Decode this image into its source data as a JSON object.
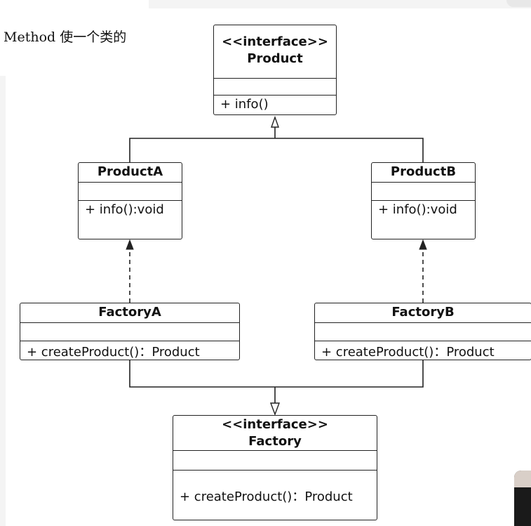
{
  "caption": "Method 使一个类的",
  "classes": {
    "product": {
      "stereotype": "<<interface>>",
      "name": "Product",
      "ops": [
        "+ info()"
      ]
    },
    "productA": {
      "name": "ProductA",
      "ops": [
        "+ info():void"
      ]
    },
    "productB": {
      "name": "ProductB",
      "ops": [
        "+ info():void"
      ]
    },
    "factoryA": {
      "name": "FactoryA",
      "ops": [
        "+ createProduct()：Product"
      ]
    },
    "factoryB": {
      "name": "FactoryB",
      "ops": [
        "+ createProduct()：Product"
      ]
    },
    "factory": {
      "stereotype": "<<interface>>",
      "name": "Factory",
      "ops": [
        "+ createProduct()：Product"
      ]
    }
  },
  "relations": [
    {
      "from": "ProductA",
      "to": "Product",
      "type": "realization"
    },
    {
      "from": "ProductB",
      "to": "Product",
      "type": "realization"
    },
    {
      "from": "FactoryA",
      "to": "ProductA",
      "type": "dependency"
    },
    {
      "from": "FactoryB",
      "to": "ProductB",
      "type": "dependency"
    },
    {
      "from": "FactoryA",
      "to": "Factory",
      "type": "realization"
    },
    {
      "from": "FactoryB",
      "to": "Factory",
      "type": "realization"
    }
  ]
}
